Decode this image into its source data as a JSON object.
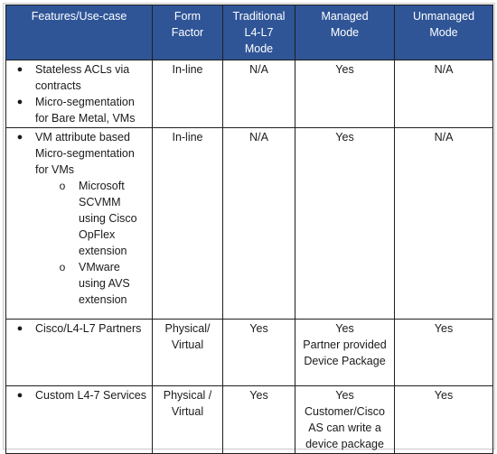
{
  "table": {
    "headers": [
      [
        "Features/Use-case"
      ],
      [
        "Form",
        "Factor"
      ],
      [
        "Traditional",
        "L4-L7",
        "Mode"
      ],
      [
        "Managed",
        "Mode"
      ],
      [
        "Unmanaged",
        "Mode"
      ]
    ],
    "rows": [
      {
        "features": [
          "Stateless ACLs via contracts",
          "Micro-segmentation for Bare Metal, VMs"
        ],
        "form_factor": [
          "In-line"
        ],
        "traditional": [
          "N/A"
        ],
        "managed": [
          "Yes"
        ],
        "unmanaged": [
          "N/A"
        ]
      },
      {
        "features": [
          "VM attribute based Micro-segmentation for VMs"
        ],
        "subfeatures": [
          "Microsoft SCVMM using Cisco OpFlex extension",
          "VMware using AVS extension"
        ],
        "form_factor": [
          "In-line"
        ],
        "traditional": [
          "N/A"
        ],
        "managed": [
          "Yes"
        ],
        "unmanaged": [
          "N/A"
        ]
      },
      {
        "features": [
          "Cisco/L4-L7 Partners"
        ],
        "form_factor": [
          "Physical/",
          "Virtual"
        ],
        "traditional": [
          "Yes"
        ],
        "managed": [
          "Yes",
          "Partner provided Device Package"
        ],
        "unmanaged": [
          "Yes"
        ]
      },
      {
        "features": [
          "Custom L4-7 Services"
        ],
        "form_factor": [
          "Physical /",
          "Virtual"
        ],
        "traditional": [
          "Yes"
        ],
        "managed": [
          "Yes",
          "Customer/Cisco AS can write a device package"
        ],
        "unmanaged": [
          "Yes"
        ]
      }
    ]
  },
  "colors": {
    "header_bg": "#2f5597",
    "header_text": "#ffffff",
    "border": "#1f1f1f"
  },
  "icons": {
    "bullet": "filled-circle-bullet",
    "sub_bullet": "hollow-circle-bullet"
  }
}
